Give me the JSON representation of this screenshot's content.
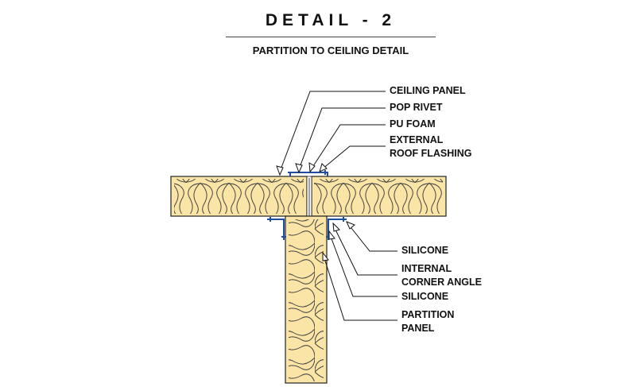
{
  "header": {
    "title": "DETAIL - 2",
    "subtitle": "PARTITION TO CEILING DETAIL"
  },
  "labels": {
    "ceiling_panel": "CEILING PANEL",
    "pop_rivet": "POP RIVET",
    "pu_foam": "PU FOAM",
    "external_roof_flashing_1": "EXTERNAL",
    "external_roof_flashing_2": "ROOF FLASHING",
    "silicone_top": "SILICONE",
    "internal_corner_angle_1": "INTERNAL",
    "internal_corner_angle_2": "CORNER ANGLE",
    "silicone_bottom": "SILICONE",
    "partition_panel_1": "PARTITION",
    "partition_panel_2": "PANEL"
  },
  "colors": {
    "panel_fill": "#fbe5a6",
    "insulation_line": "#444444",
    "flashing": "#1f4e9e",
    "leader": "#111111"
  }
}
